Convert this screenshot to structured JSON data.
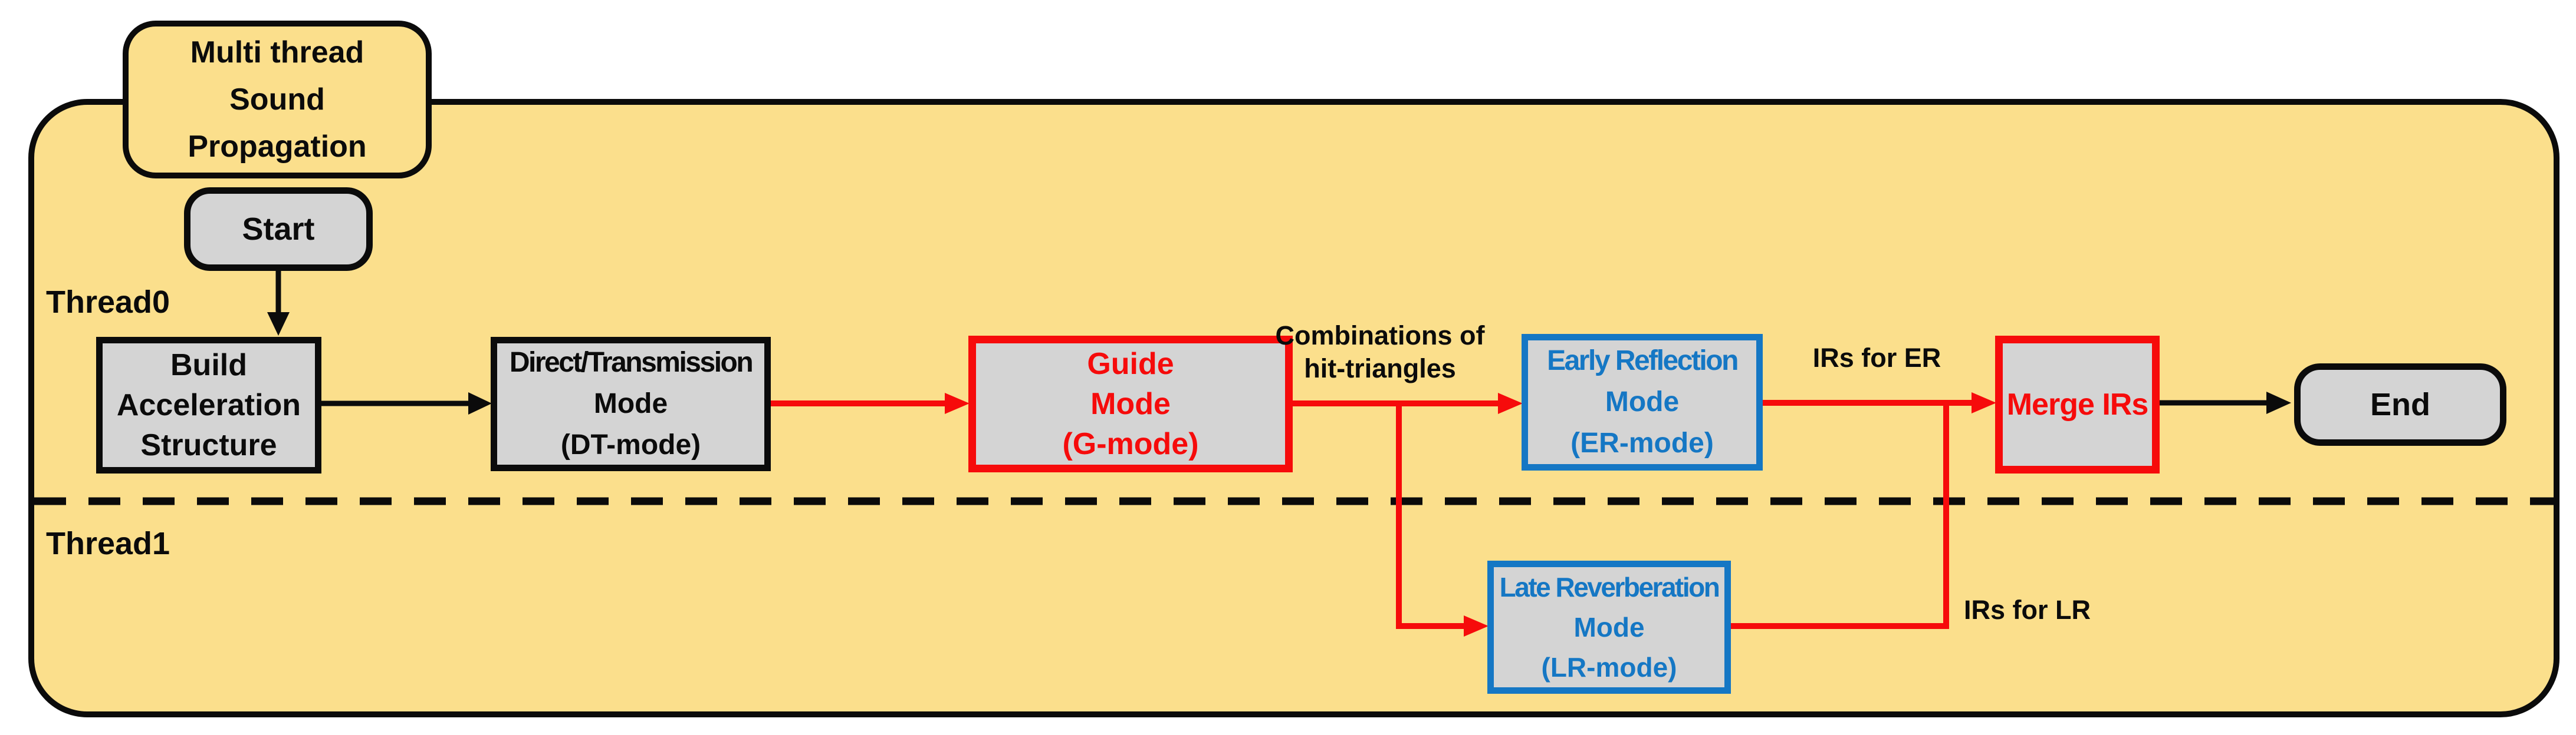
{
  "title_box": {
    "lines": [
      "Multi thread",
      "Sound",
      "Propagation"
    ]
  },
  "thread_labels": {
    "thread0": "Thread0",
    "thread1": "Thread1"
  },
  "nodes": {
    "start": {
      "label": "Start"
    },
    "build_acceleration_structure": {
      "lines": [
        "Build",
        "Acceleration",
        "Structure"
      ]
    },
    "direct_transmission_mode": {
      "lines": [
        "Direct/Transmission",
        "Mode",
        "(DT-mode)"
      ]
    },
    "guide_mode": {
      "lines": [
        "Guide",
        "Mode",
        "(G-mode)"
      ]
    },
    "early_reflection_mode": {
      "lines": [
        "Early Reflection",
        "Mode",
        "(ER-mode)"
      ]
    },
    "late_reverberation_mode": {
      "lines": [
        "Late Reverberation",
        "Mode",
        "(LR-mode)"
      ]
    },
    "merge_irs": {
      "label": "Merge IRs"
    },
    "end": {
      "label": "End"
    }
  },
  "edge_labels": {
    "combinations": {
      "lines": [
        "Combinations of",
        "hit-triangles"
      ]
    },
    "irs_for_er": "IRs for ER",
    "irs_for_lr": "IRs for LR"
  },
  "colors": {
    "canvas_background": "#ffffff",
    "panel_yellow": "#fbdf8c",
    "box_gray": "#d4d4d4",
    "accent_red": "#f60b0b",
    "accent_blue": "#1577c4",
    "line_black": "#0b0b0b"
  }
}
